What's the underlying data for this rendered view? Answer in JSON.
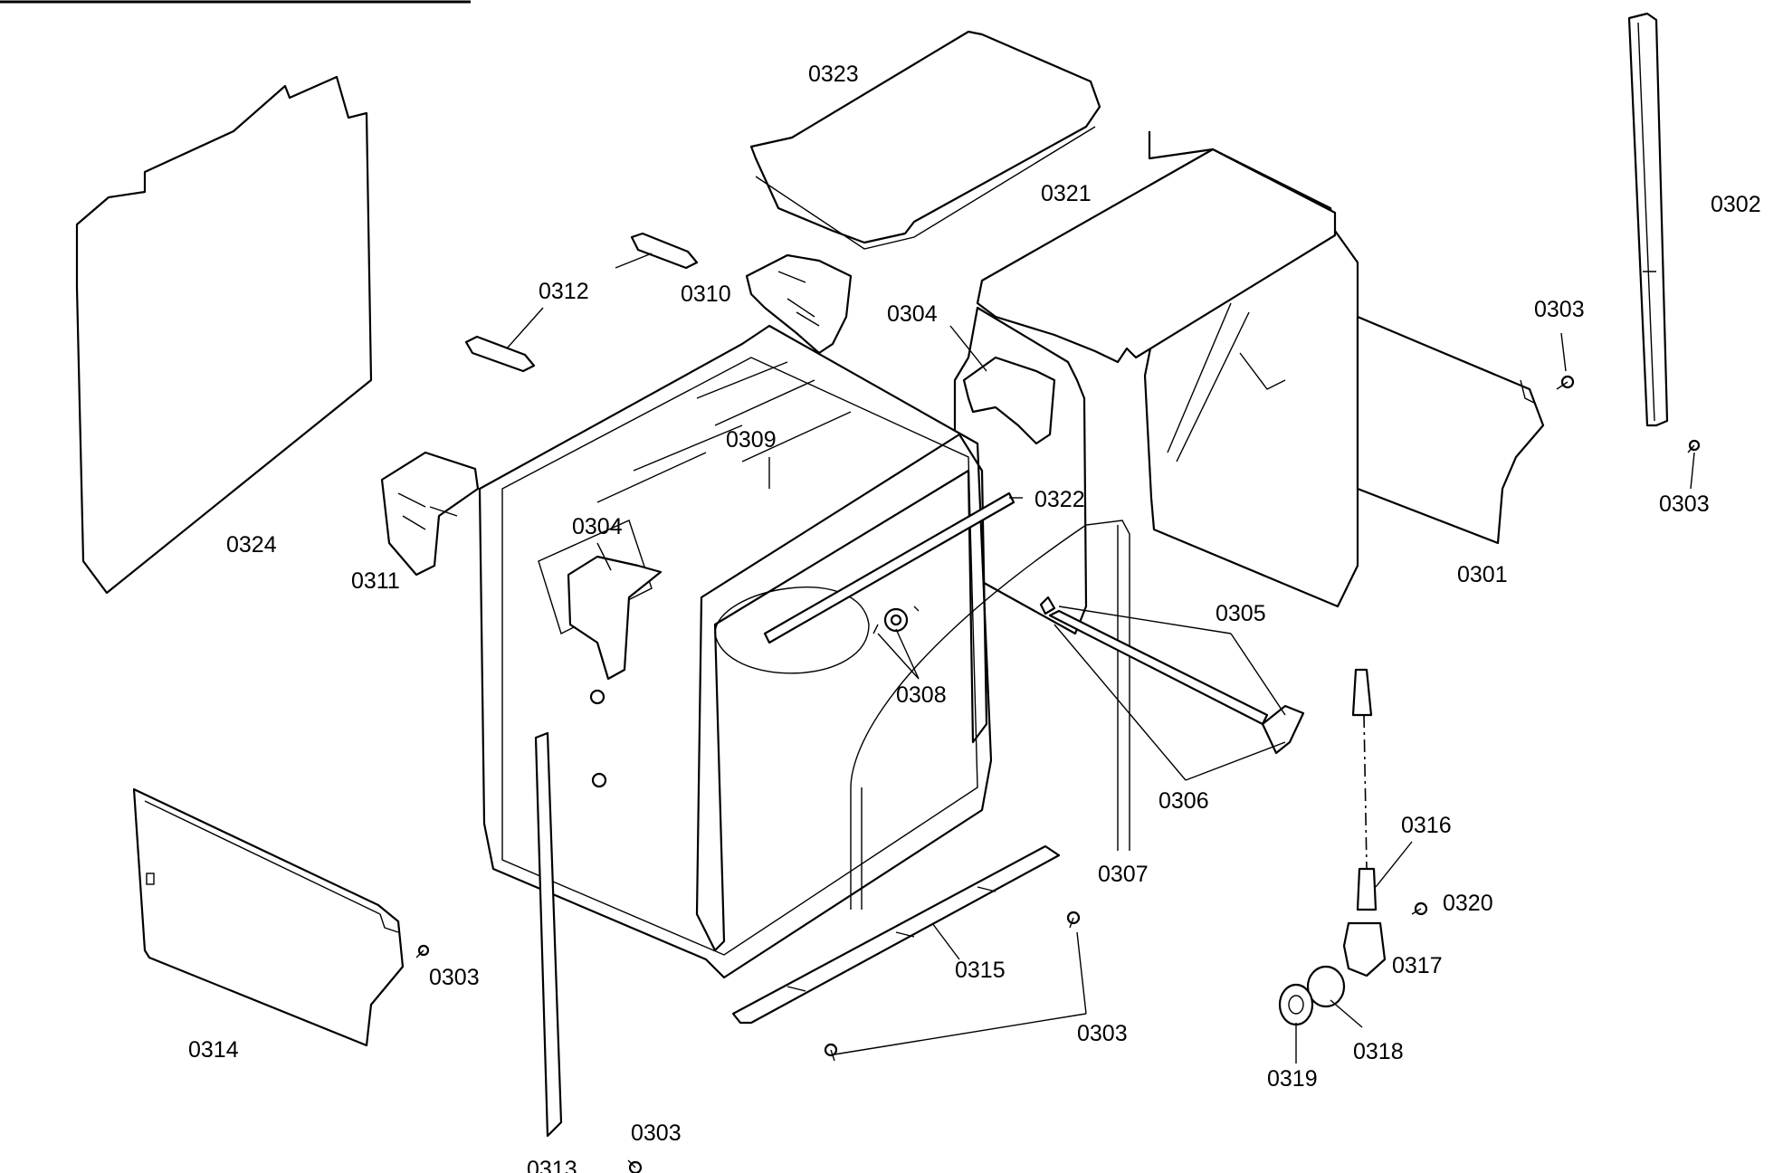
{
  "diagram": {
    "callouts": {
      "c0324": "0324",
      "c0323": "0323",
      "c0321": "0321",
      "c0302": "0302",
      "c0312": "0312",
      "c0310": "0310",
      "c0304a": "0304",
      "c0303a": "0303",
      "c0303b": "0303",
      "c0309": "0309",
      "c0322": "0322",
      "c0304b": "0304",
      "c0311": "0311",
      "c0301": "0301",
      "c0305": "0305",
      "c0308": "0308",
      "c0306": "0306",
      "c0316": "0316",
      "c0307": "0307",
      "c0320": "0320",
      "c0303c": "0303",
      "c0315": "0315",
      "c0317": "0317",
      "c0314": "0314",
      "c0303d": "0303",
      "c0318": "0318",
      "c0319": "0319",
      "c0303e": "0303",
      "c0313": "0313"
    }
  }
}
